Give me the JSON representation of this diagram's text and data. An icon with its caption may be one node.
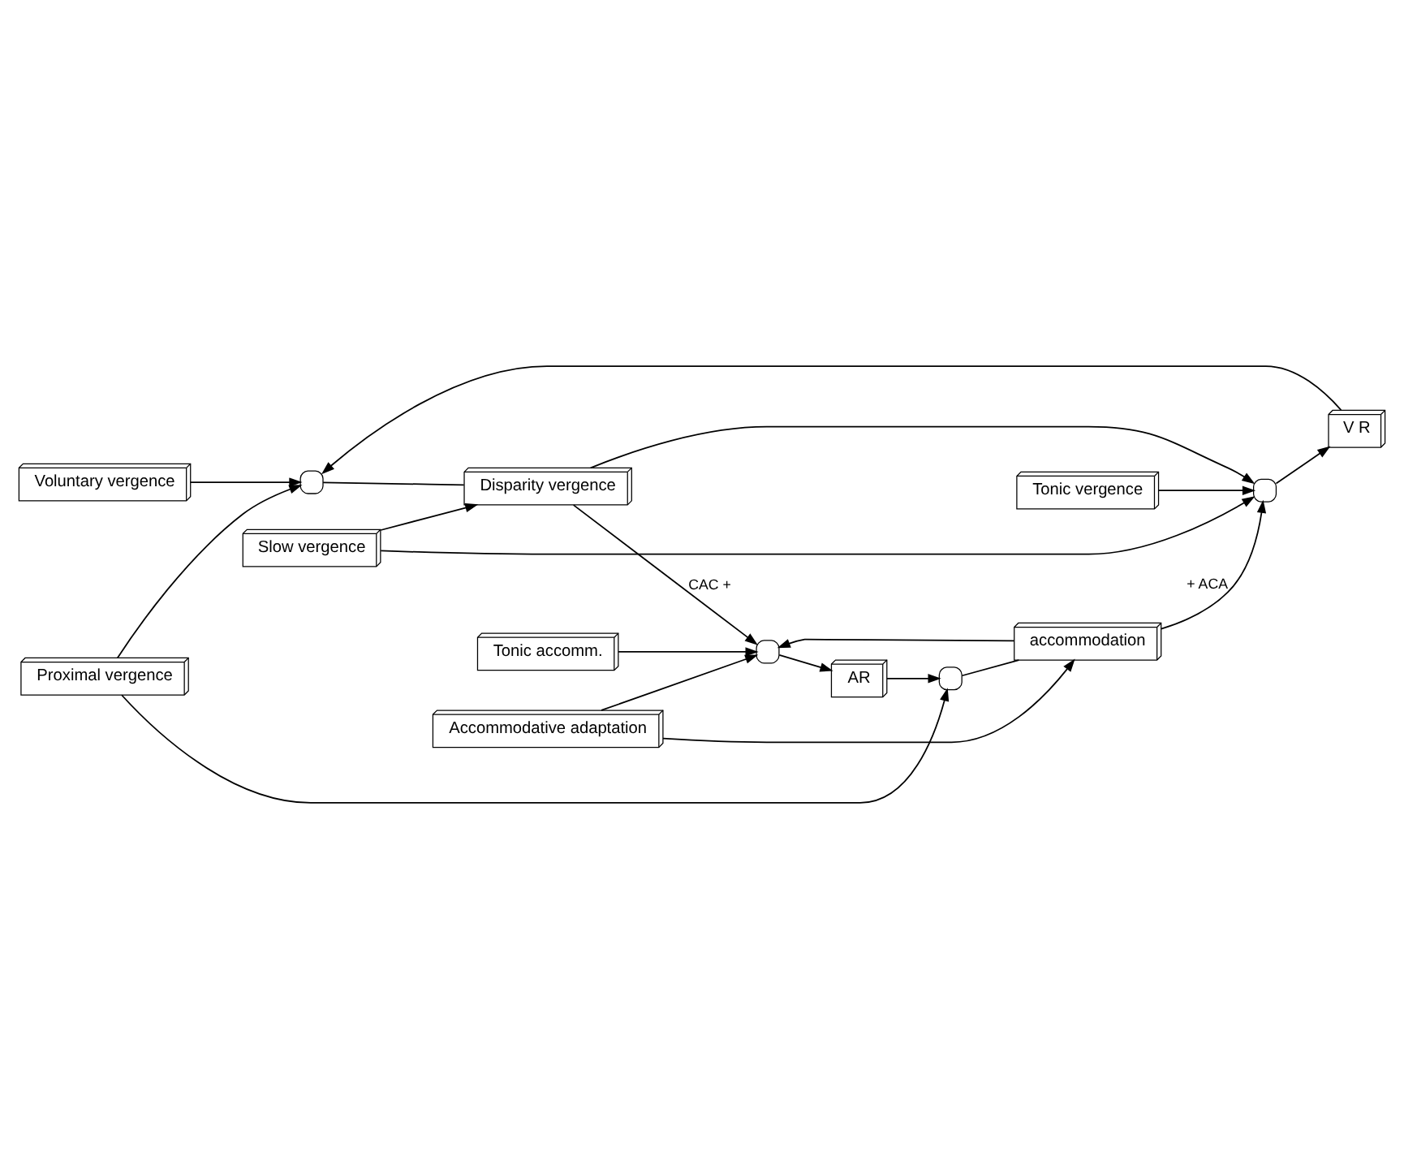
{
  "diagram": {
    "nodes": [
      {
        "text": [],
        "shape": "box"
      },
      {
        "text": [
          "Slow vergence"
        ]
      },
      {
        "text": [
          "Tonic vergence"
        ]
      },
      {
        "text": [
          "Disparity vergence"
        ]
      },
      {
        "text": [],
        "shape": "box"
      },
      {
        "text": [
          "V R"
        ]
      },
      {
        "text": [
          "Voluntary vergence"
        ]
      },
      {
        "text": [
          "Proximal vergence"
        ]
      },
      {
        "text": [
          "Accommodative adaptation"
        ]
      },
      {
        "text": [],
        "shape": "box"
      },
      {
        "text": [
          "accommodation"
        ]
      },
      {
        "text": [],
        "shape": "box"
      },
      {
        "text": [
          "AR"
        ]
      },
      {
        "text": [
          "Tonic accomm."
        ]
      }
    ],
    "edges": [
      {
        "from": 5,
        "to": 0,
        "arrow": "to"
      },
      {
        "from": 1,
        "to": 3,
        "arrow": "to"
      },
      {
        "from": 1,
        "to": 4,
        "arrow": "to"
      },
      {
        "from": 0,
        "to": 3,
        "arrow": "none"
      },
      {
        "from": 3,
        "to": 4,
        "arrow": "to"
      },
      {
        "from": 2,
        "to": 4,
        "arrow": "to"
      },
      {
        "from": 4,
        "to": 5,
        "arrow": "to"
      },
      {
        "from": 6,
        "to": 0,
        "arrow": "to"
      },
      {
        "from": 7,
        "to": 0,
        "arrow": "to"
      },
      {
        "from": 7,
        "to": 9,
        "arrow": "to"
      },
      {
        "from": 3,
        "to": 11,
        "arrow": "to",
        "label": "CAC +"
      },
      {
        "from": 10,
        "to": 4,
        "arrow": "to",
        "label": "+ ACA"
      },
      {
        "from": 8,
        "to": 10,
        "arrow": "to"
      },
      {
        "from": 8,
        "to": 11,
        "arrow": "to"
      },
      {
        "from": 9,
        "to": 10,
        "arrow": "none"
      },
      {
        "from": 10,
        "to": 11,
        "arrow": "to"
      },
      {
        "from": 13,
        "to": 11,
        "arrow": "to"
      },
      {
        "from": 11,
        "to": 12,
        "arrow": "to"
      },
      {
        "from": 12,
        "to": 9,
        "arrow": "to"
      }
    ]
  }
}
